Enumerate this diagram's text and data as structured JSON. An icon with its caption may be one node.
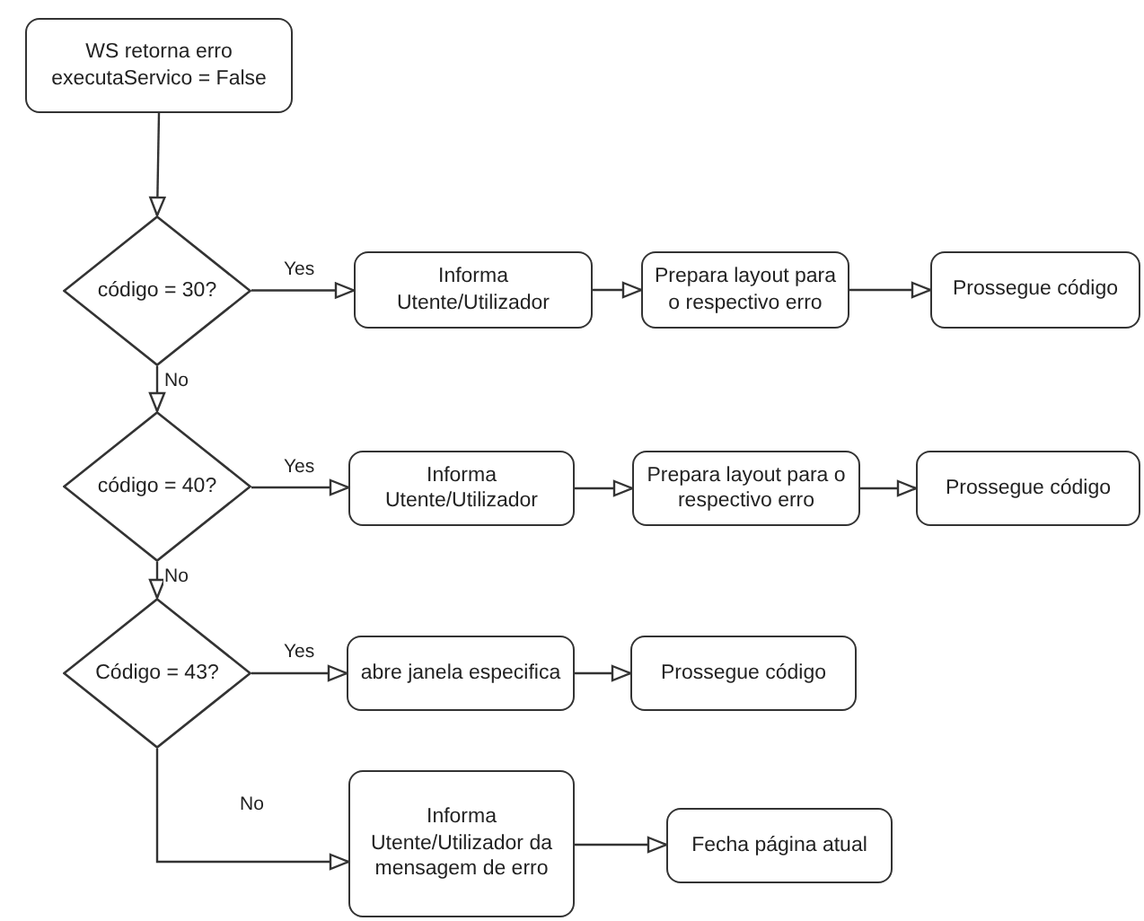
{
  "diagram": {
    "nodes": [
      {
        "text": [
          "WS retorna erro executaServico = False"
        ]
      },
      {
        "text": [
          "código = 30?"
        ]
      },
      {
        "text": [
          "Informa Utente/Utilizador"
        ]
      },
      {
        "text": [
          "Prepara layout para o respectivo erro"
        ]
      },
      {
        "text": [
          "Prossegue código"
        ]
      },
      {
        "text": [
          "código = 40?"
        ]
      },
      {
        "text": [
          "Informa Utente/Utilizador"
        ]
      },
      {
        "text": [
          "Prepara layout para o respectivo erro"
        ]
      },
      {
        "text": [
          "Prossegue código"
        ]
      },
      {
        "text": [
          "Código = 43?"
        ]
      },
      {
        "text": [
          "abre janela especifica"
        ]
      },
      {
        "text": [
          "Prossegue código"
        ]
      },
      {
        "text": [
          "Informa Utente/Utilizador da mensagem de erro"
        ]
      },
      {
        "text": [
          "Fecha página atual"
        ]
      }
    ],
    "edges": [
      {
        "from": 0,
        "to": 1,
        "arrow": "to"
      },
      {
        "from": 1,
        "to": 2,
        "arrow": "to",
        "label": "Yes"
      },
      {
        "from": 2,
        "to": 3,
        "arrow": "to"
      },
      {
        "from": 3,
        "to": 4,
        "arrow": "to"
      },
      {
        "from": 1,
        "to": 5,
        "arrow": "to",
        "label": "No"
      },
      {
        "from": 5,
        "to": 6,
        "arrow": "to",
        "label": "Yes"
      },
      {
        "from": 6,
        "to": 7,
        "arrow": "to"
      },
      {
        "from": 7,
        "to": 8,
        "arrow": "to"
      },
      {
        "from": 5,
        "to": 9,
        "arrow": "to",
        "label": "No"
      },
      {
        "from": 9,
        "to": 10,
        "arrow": "to",
        "label": "Yes"
      },
      {
        "from": 10,
        "to": 11,
        "arrow": "to"
      },
      {
        "from": 9,
        "to": 12,
        "arrow": "to",
        "label": "No"
      },
      {
        "from": 12,
        "to": 13,
        "arrow": "to"
      }
    ]
  }
}
